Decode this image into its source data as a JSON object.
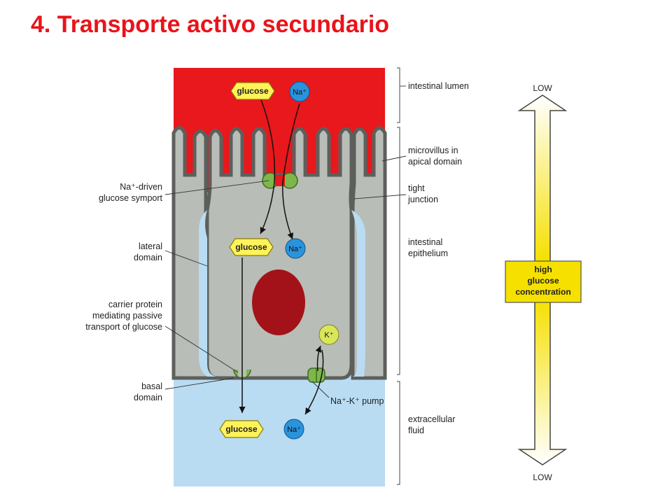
{
  "title": "4. Transporte activo secundario",
  "colors": {
    "title": "#e8141b",
    "lumen": "#e8181c",
    "cell": "#b9bdb7",
    "fluid": "#b9dcf2",
    "glucose": "#fff35a",
    "sodium": "#2a93dd",
    "potassium": "#d9e65a",
    "transporter": "#7db64a",
    "nucleus": "#a31218",
    "gradient": "#f5e000"
  },
  "molecules": {
    "glucose_lumen": "glucose",
    "na_lumen": "Na⁺",
    "glucose_cell": "glucose",
    "na_cell": "Na⁺",
    "k_cell": "K⁺",
    "glucose_fluid": "glucose",
    "na_fluid": "Na⁺"
  },
  "left_labels": {
    "symport": [
      "Na⁺-driven",
      "glucose symport"
    ],
    "lateral": [
      "lateral",
      "domain"
    ],
    "carrier": [
      "carrier protein",
      "mediating passive",
      "transport of glucose"
    ],
    "basal": [
      "basal",
      "domain"
    ]
  },
  "right_labels": {
    "lumen": "intestinal lumen",
    "microvillus": [
      "microvillus in",
      "apical domain"
    ],
    "tight": [
      "tight",
      "junction"
    ],
    "epithelium": [
      "intestinal",
      "epithelium"
    ],
    "pump": "Na⁺-K⁺ pump",
    "fluid": [
      "extracellular",
      "fluid"
    ]
  },
  "gradient": {
    "top": "LOW",
    "bottom": "LOW",
    "middle": [
      "high",
      "glucose",
      "concentration"
    ]
  }
}
